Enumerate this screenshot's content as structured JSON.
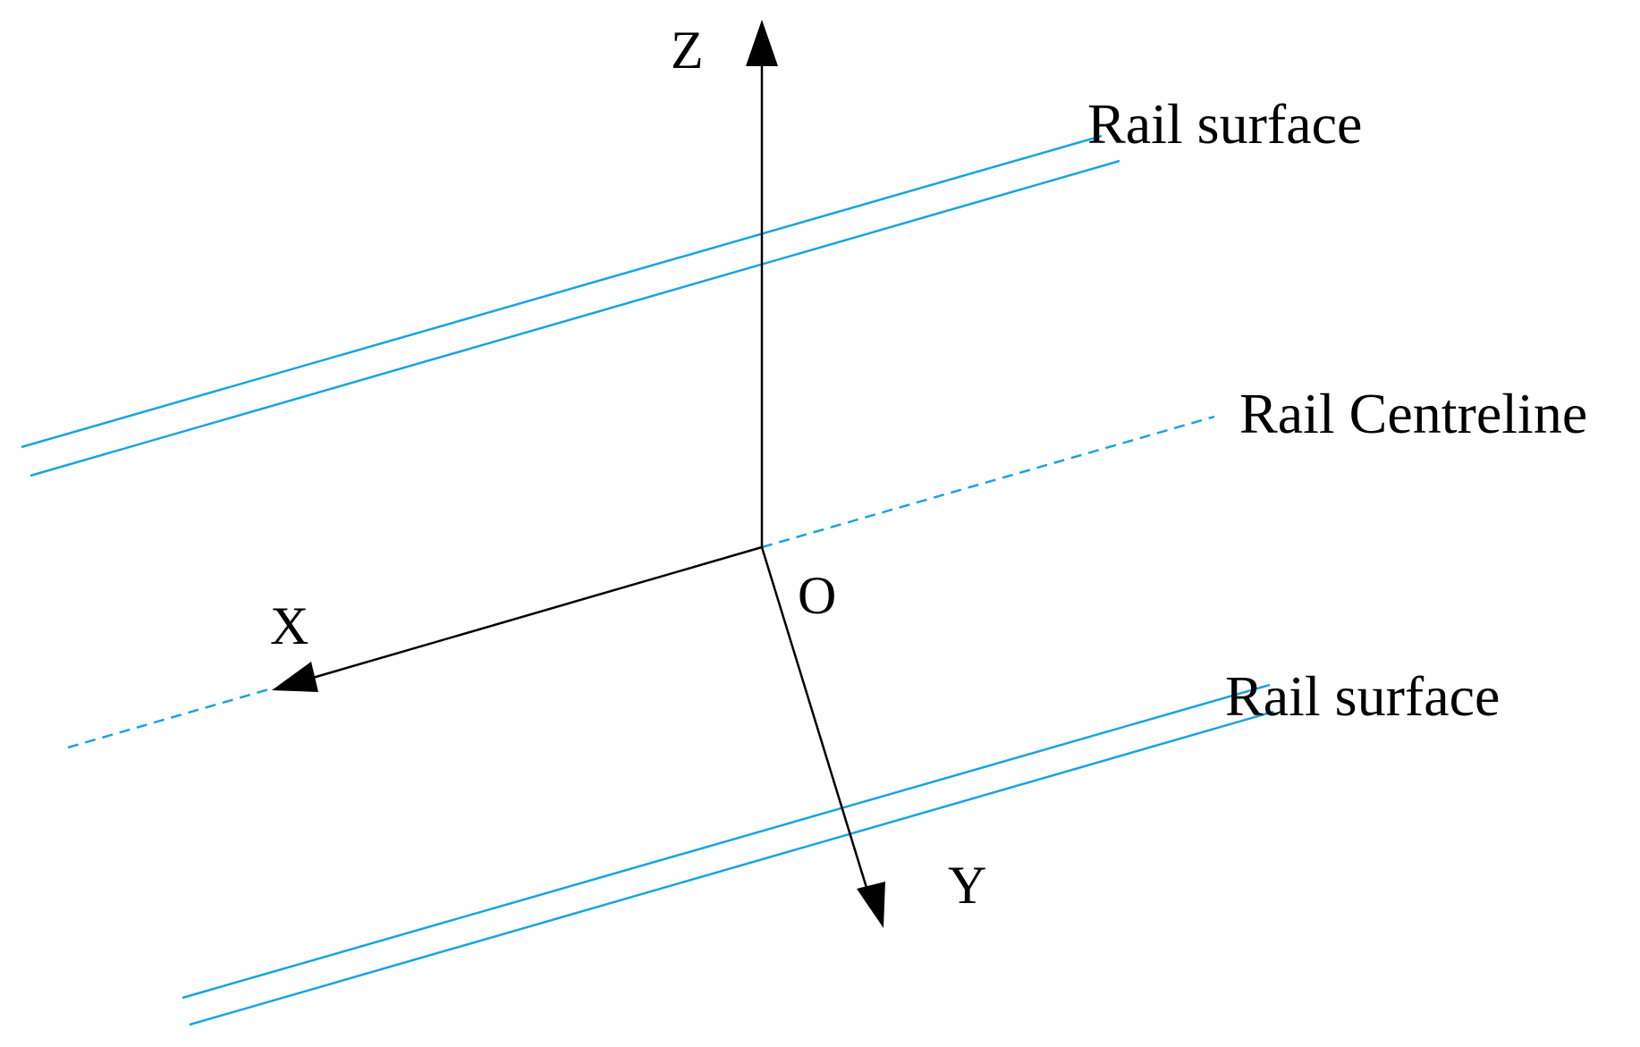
{
  "colors": {
    "rail": "#1aa3e0",
    "axis": "#000000",
    "background": "#ffffff"
  },
  "labels": {
    "z_axis": "Z",
    "x_axis": "X",
    "y_axis": "Y",
    "origin": "O",
    "rail_surface_top": "Rail surface",
    "rail_centreline": "Rail Centreline",
    "rail_surface_bottom": "Rail surface"
  }
}
